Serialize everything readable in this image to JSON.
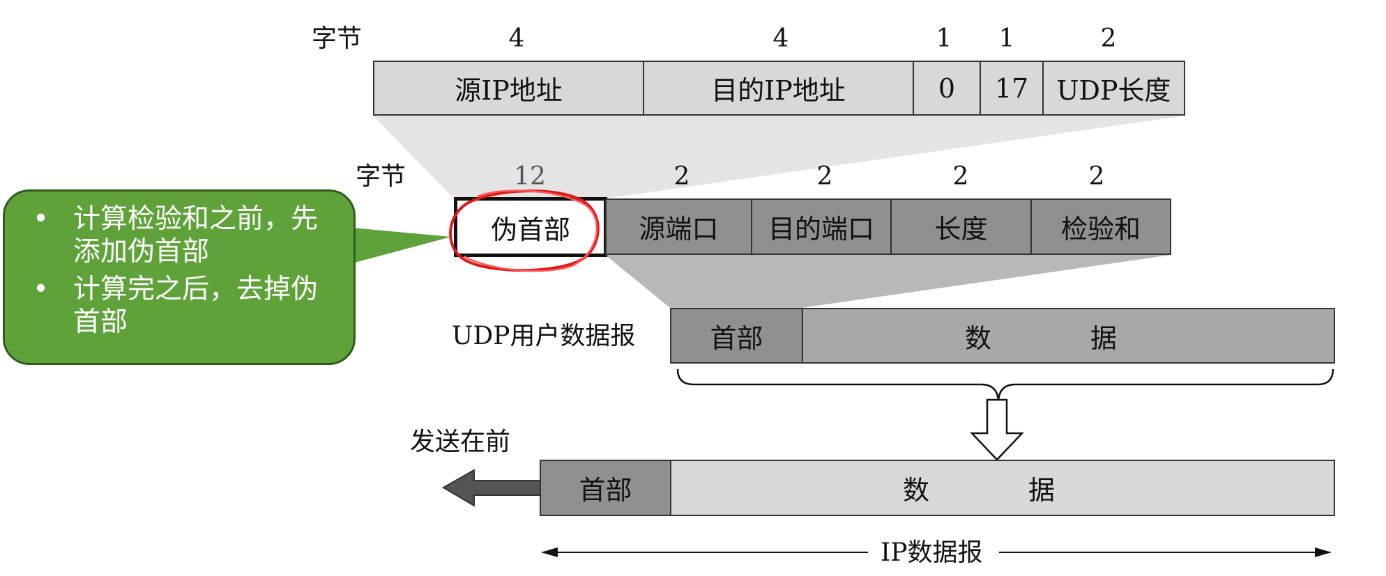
{
  "pseudo_header": {
    "bytes_label": "字节",
    "fields": [
      {
        "size": "4",
        "name": "源IP地址"
      },
      {
        "size": "4",
        "name": "目的IP地址"
      },
      {
        "size": "1",
        "name": "0"
      },
      {
        "size": "1",
        "name": "17"
      },
      {
        "size": "2",
        "name": "UDP长度"
      }
    ]
  },
  "udp_header": {
    "bytes_label": "字节",
    "pseudo_size": "12",
    "pseudo_name": "伪首部",
    "fields": [
      {
        "size": "2",
        "name": "源端口"
      },
      {
        "size": "2",
        "name": "目的端口"
      },
      {
        "size": "2",
        "name": "长度"
      },
      {
        "size": "2",
        "name": "检验和"
      }
    ]
  },
  "udp_datagram": {
    "label": "UDP用户数据报",
    "header": "首部",
    "data_left": "数",
    "data_right": "据"
  },
  "ip_datagram": {
    "send_first": "发送在前",
    "header": "首部",
    "data_left": "数",
    "data_right": "据",
    "label": "IP数据报"
  },
  "callout": {
    "items": [
      "计算检验和之前，先添加伪首部",
      "计算完之后，去掉伪首部"
    ],
    "bullet": "•"
  },
  "colors": {
    "callout_bg": "#5fa23a",
    "highlight_ring": "#e01818"
  }
}
